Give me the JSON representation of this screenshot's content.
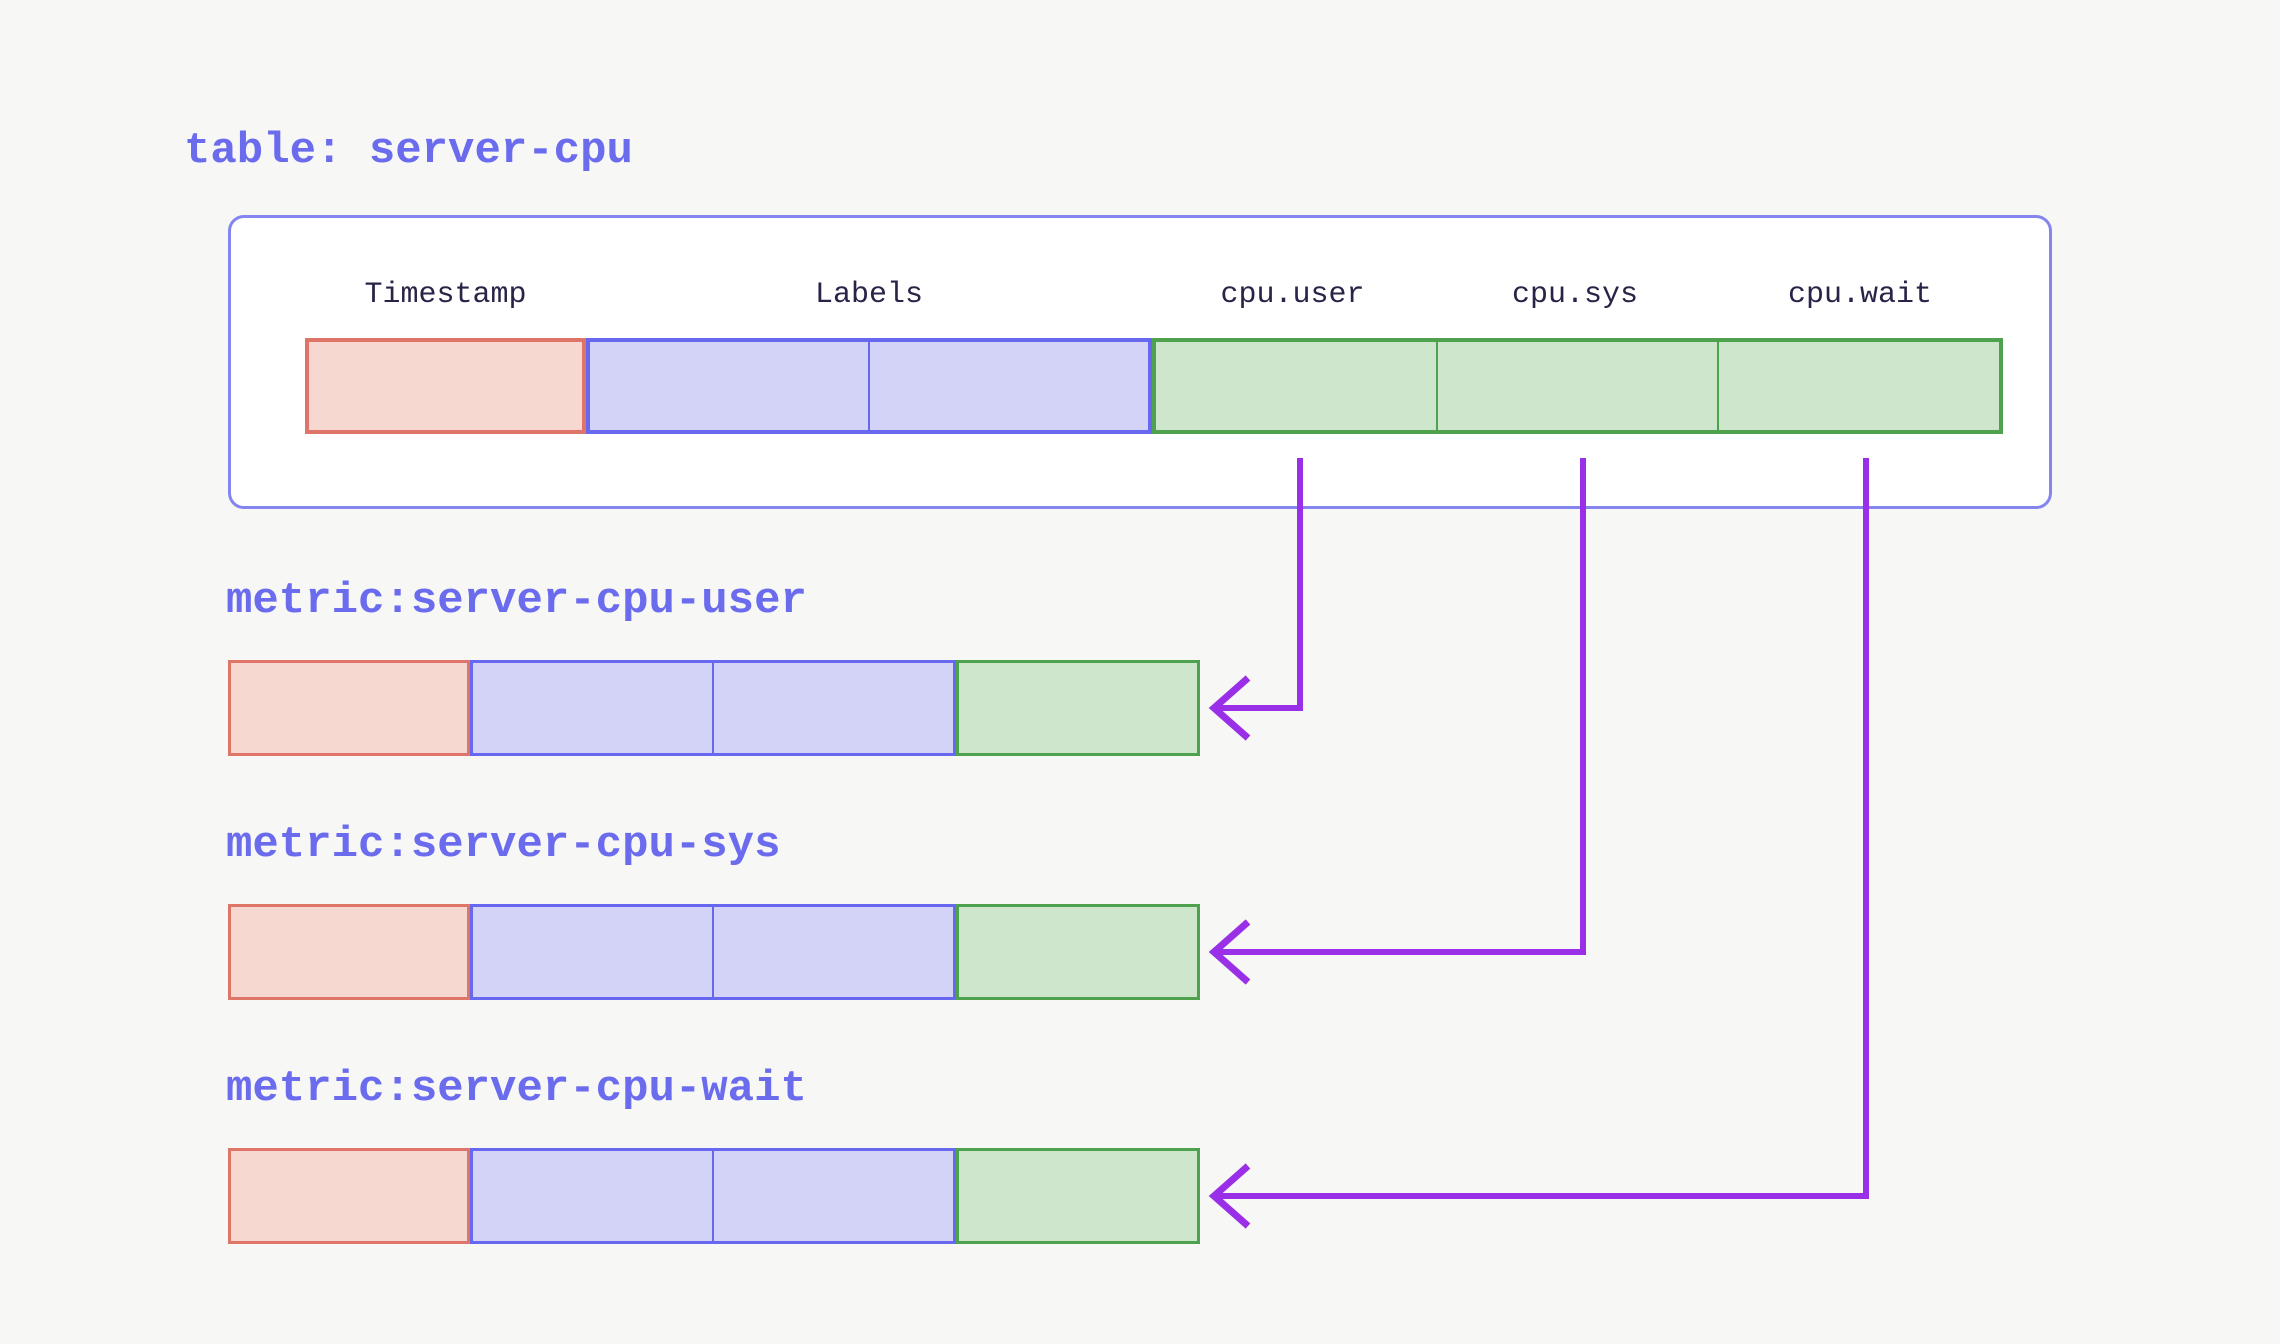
{
  "title": "table: server-cpu",
  "table": {
    "headers": [
      "Timestamp",
      "Labels",
      "cpu.user",
      "cpu.sys",
      "cpu.wait"
    ],
    "column_groups": [
      {
        "name": "timestamp",
        "cells": 1
      },
      {
        "name": "labels",
        "cells": 2
      },
      {
        "name": "fields",
        "cells": 3
      }
    ]
  },
  "metrics": [
    {
      "label": "metric:server-cpu-user",
      "source_column": "cpu.user"
    },
    {
      "label": "metric:server-cpu-sys",
      "source_column": "cpu.sys"
    },
    {
      "label": "metric:server-cpu-wait",
      "source_column": "cpu.wait"
    }
  ],
  "colors": {
    "background": "#f7f7f6",
    "card_background": "#ffffff",
    "card_border": "#8585f0",
    "accent_text": "#6b6bee",
    "header_text": "#2b2347",
    "timestamp_fill": "#f7d8d1",
    "timestamp_border": "#df7569",
    "labels_fill": "#d3d3f8",
    "labels_border": "#6767ef",
    "field_fill": "#cee6cb",
    "field_border": "#4ea24e",
    "arrow": "#9a2fe8"
  }
}
